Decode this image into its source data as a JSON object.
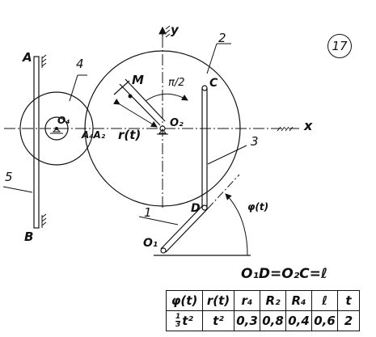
{
  "variant": "17",
  "labels": {
    "A": "A",
    "B": "B",
    "M": "M",
    "C": "C",
    "D": "D",
    "O1": "O₁",
    "O2": "O₂",
    "O4": "O₄",
    "A4A2": "A₄A₂",
    "r": "r(t)",
    "angle_pi2": "π/2",
    "phi": "φ(t)",
    "y": "y",
    "x": "x",
    "n1": "1",
    "n2": "2",
    "n3": "3",
    "n4": "4",
    "n5": "5"
  },
  "formula": "O₁D=O₂C=ℓ",
  "table": {
    "headers": [
      "φ(t)",
      "r(t)",
      "r₄",
      "R₂",
      "R₄",
      "ℓ",
      "t"
    ],
    "phi_value": {
      "num": "1",
      "den": "3",
      "rest": "t²"
    },
    "values": [
      "t²",
      "0,3",
      "0,8",
      "0,4",
      "0,6",
      "2"
    ]
  }
}
